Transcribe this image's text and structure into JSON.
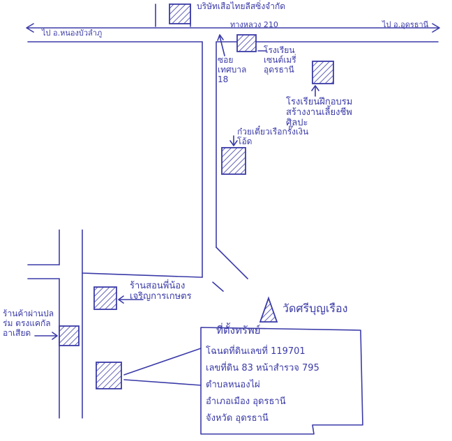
{
  "colors": {
    "ink": "#3a3aa8",
    "paper": "#ffffff"
  },
  "top": {
    "company": "บริษัทเสือไทยลีสซิ่งจำกัด",
    "to_left": "ไป อ.หนองบัวลำภู",
    "to_right": "ไป อ.อุดรธานี",
    "highway": "ทางหลวง 210"
  },
  "places": {
    "soi_label": "ซอยเทศบาล 18",
    "school": "โรงเรียนเซนต์เมรี่ อุดรธานี",
    "church_school": "โรงเรียนฝึกอบรม สร้างงานเลี้ยงชีพ ศิลปะ",
    "noodle_shop": "ก๋วยเตี๋ยวเรือกรั๊งเงินโอ้ด",
    "farm_store": "ร้านสอนพี่น้องเจริญการเกษตร",
    "mobile_shop": "ร้านค้าผ่านปลร่ม ตรงแคกัล อาเสียด",
    "temple": "วัดศรีบุญเรือง"
  },
  "target": {
    "title": "ที่ตั้งทรัพย์",
    "lines": [
      "โฉนดที่ดินเลขที่ 119701",
      "เลขที่ดิน 83 หน้าสำรวจ 795",
      "ตำบลหนองไผ่",
      "อำเภอเมือง อุดรธานี",
      "จังหวัด อุดรธานี"
    ]
  },
  "icons": {
    "building": "hatched-building-icon",
    "temple": "triangle-temple-icon",
    "arrow": "arrow-icon"
  }
}
